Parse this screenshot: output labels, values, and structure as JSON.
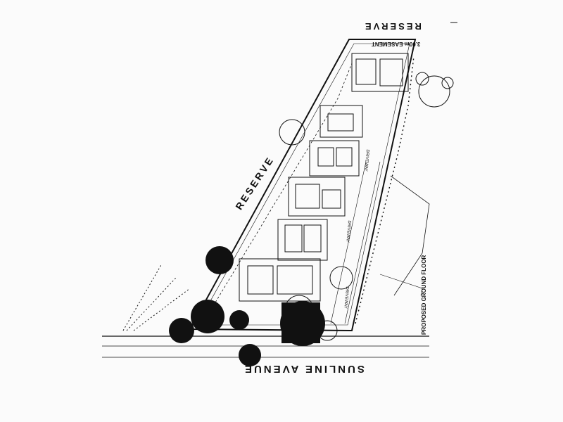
{
  "labels": {
    "street": "SUNLINE AVENUE",
    "reserve_top": "RESERVE",
    "reserve_side": "RESERVE",
    "easement": "3.00m EASEMENT",
    "drawing_title": "PROPOSED GROUND FLOOR",
    "driveway": "DRIVEWAY"
  },
  "colors": {
    "ink": "#111111",
    "paper": "#fbfbfb"
  }
}
